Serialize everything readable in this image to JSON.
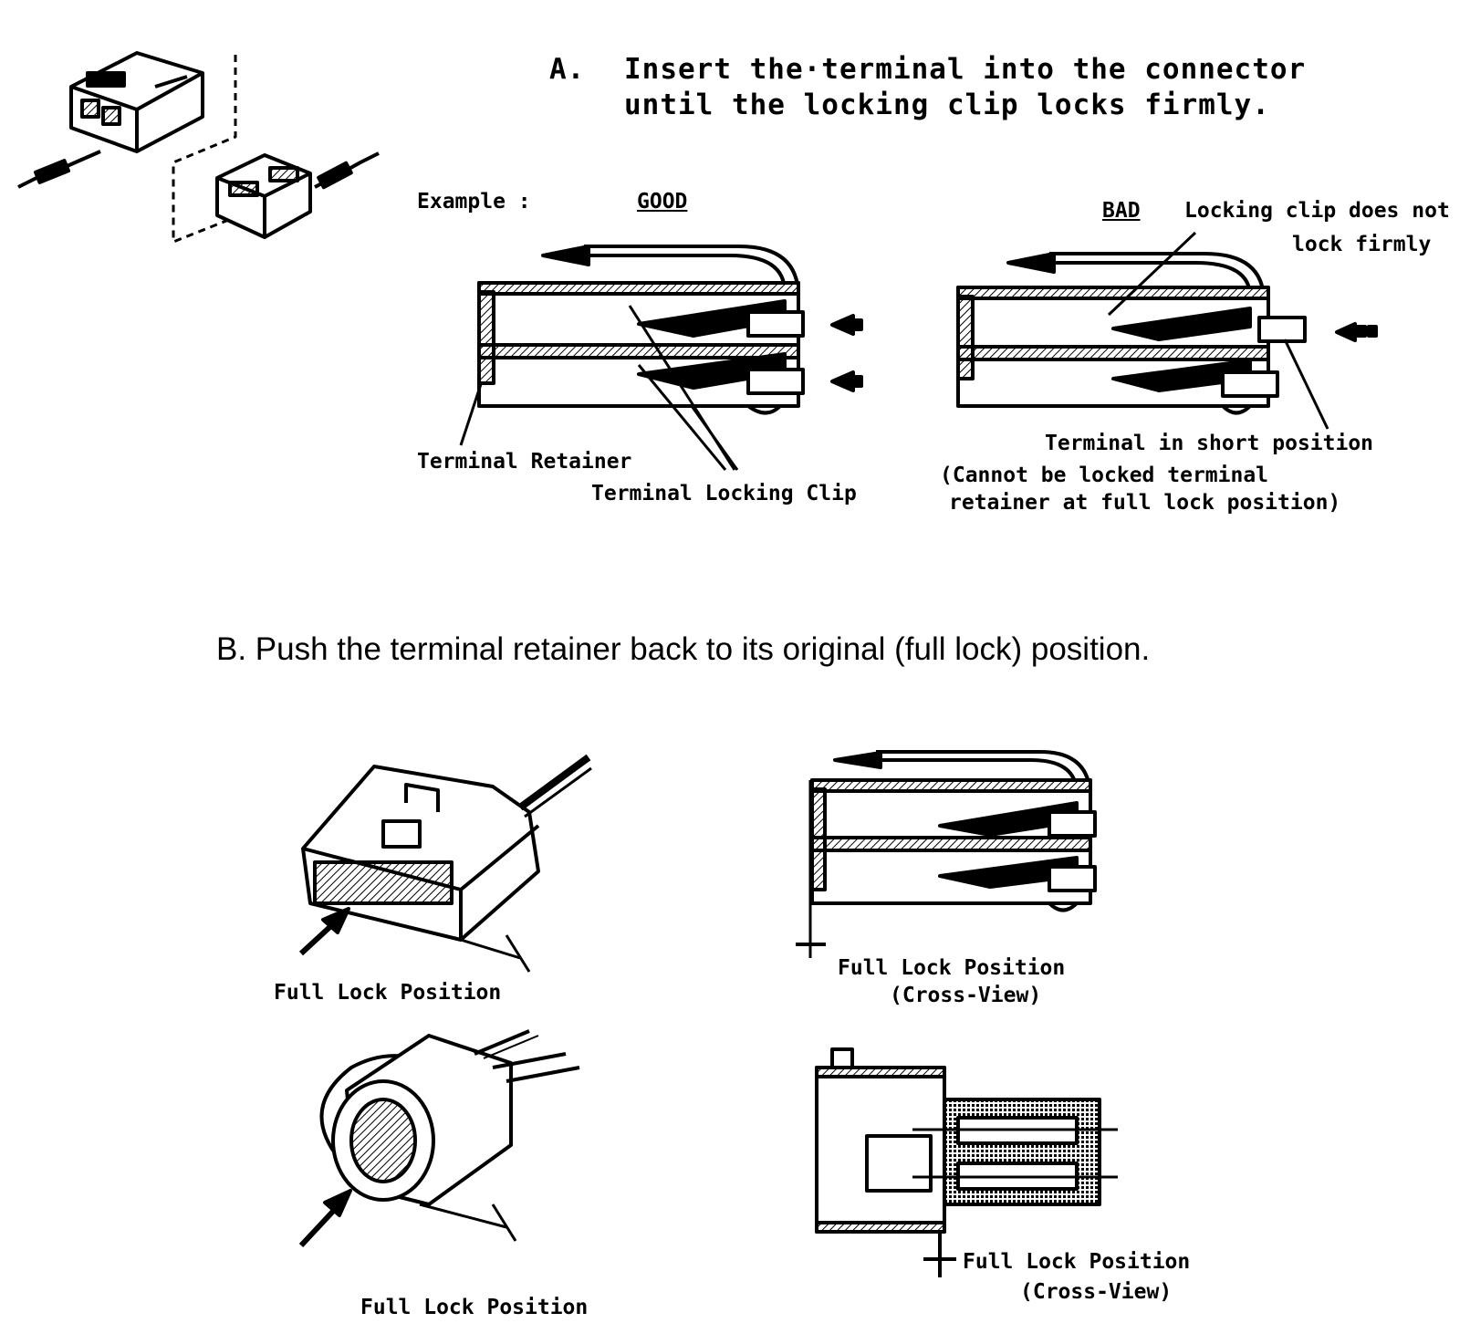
{
  "section_a": {
    "marker": "A.",
    "line1": "Insert the·terminal into the connector",
    "line2": "until the locking clip locks firmly.",
    "example_label": "Example :",
    "good_label": "GOOD",
    "bad_label": "BAD",
    "bad_note_line1": "Locking clip does not",
    "bad_note_line2": "lock firmly",
    "label_terminal_retainer": "Terminal Retainer",
    "label_terminal_locking_clip": "Terminal Locking Clip",
    "label_short_position": "Terminal in short position",
    "label_cannot_lock_line1": "(Cannot be locked terminal",
    "label_cannot_lock_line2": "retainer at full lock position)"
  },
  "section_b": {
    "heading": "B. Push the terminal retainer back to its original (full lock) position.",
    "label_full_lock_1": "Full Lock Position",
    "label_cross_view_1_line1": "Full Lock Position",
    "label_cross_view_1_line2": "(Cross-View)",
    "label_full_lock_2": "Full Lock Position",
    "label_cross_view_2_line1": "Full Lock Position",
    "label_cross_view_2_line2": "(Cross-View)"
  },
  "colors": {
    "ink": "#000000",
    "paper": "#ffffff"
  }
}
